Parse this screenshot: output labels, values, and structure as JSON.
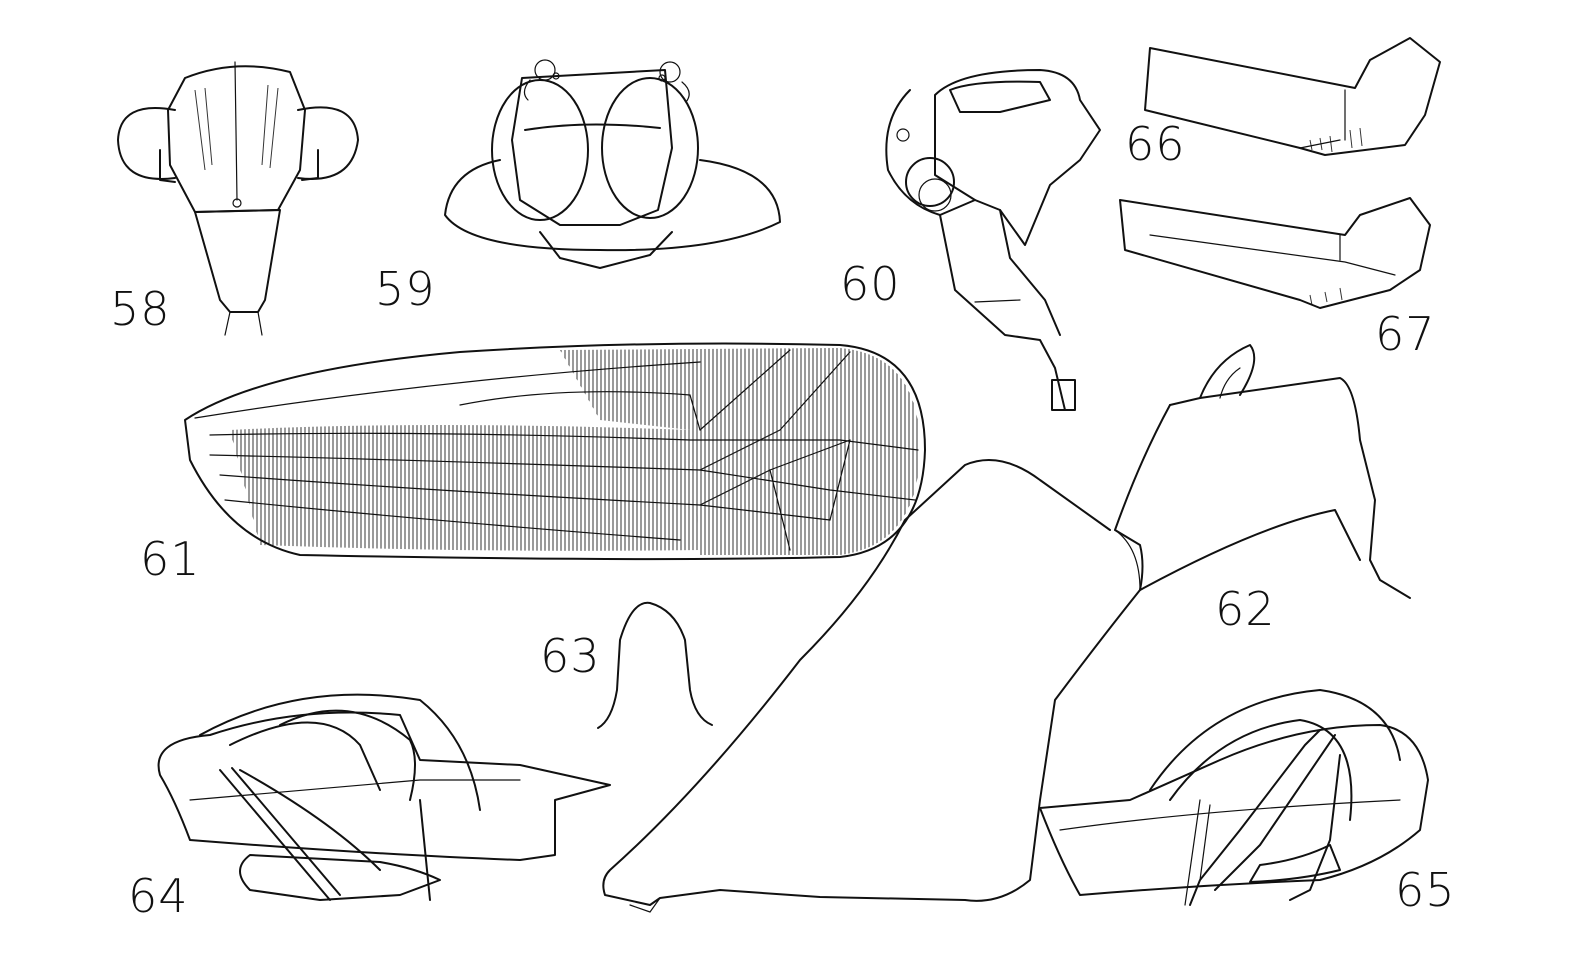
{
  "figures": [
    {
      "id": "58",
      "label": "58"
    },
    {
      "id": "59",
      "label": "59"
    },
    {
      "id": "60",
      "label": "60"
    },
    {
      "id": "61",
      "label": "61"
    },
    {
      "id": "62",
      "label": "62"
    },
    {
      "id": "63",
      "label": "63"
    },
    {
      "id": "64",
      "label": "64"
    },
    {
      "id": "65",
      "label": "65"
    },
    {
      "id": "66",
      "label": "66"
    },
    {
      "id": "67",
      "label": "67"
    }
  ],
  "colors": {
    "ink": "#111111",
    "paper": "#ffffff"
  }
}
